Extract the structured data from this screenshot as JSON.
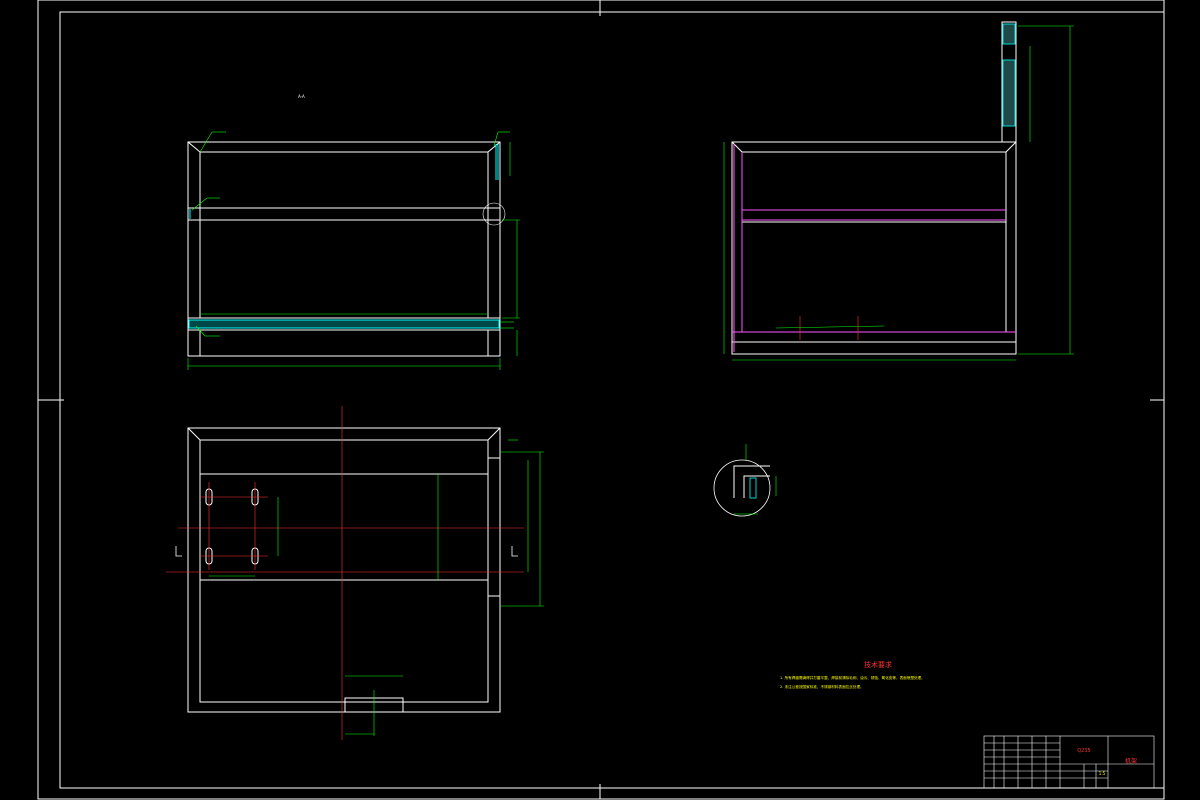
{
  "drawing": {
    "background": "#000000",
    "colors": {
      "outline": "#ffffff",
      "dimension": "#00ff00",
      "center": "#ff3030",
      "hatch": "#00ffff",
      "magenta": "#ff55ff"
    }
  },
  "front_view": {
    "scale_note": "A-A"
  },
  "tech_notes": {
    "title": "技术要求",
    "lines": [
      "1. 所有焊缝需满焊并打磨平整，焊接前清除毛刺、油污、锈蚀、氧化皮等，表面喷塑处理。",
      "2. 未注公差按国家标准，不锈钢材料表面拉丝处理。"
    ]
  },
  "title_block": {
    "part_name": "机架",
    "material": "Q235",
    "scale": "1:5"
  }
}
